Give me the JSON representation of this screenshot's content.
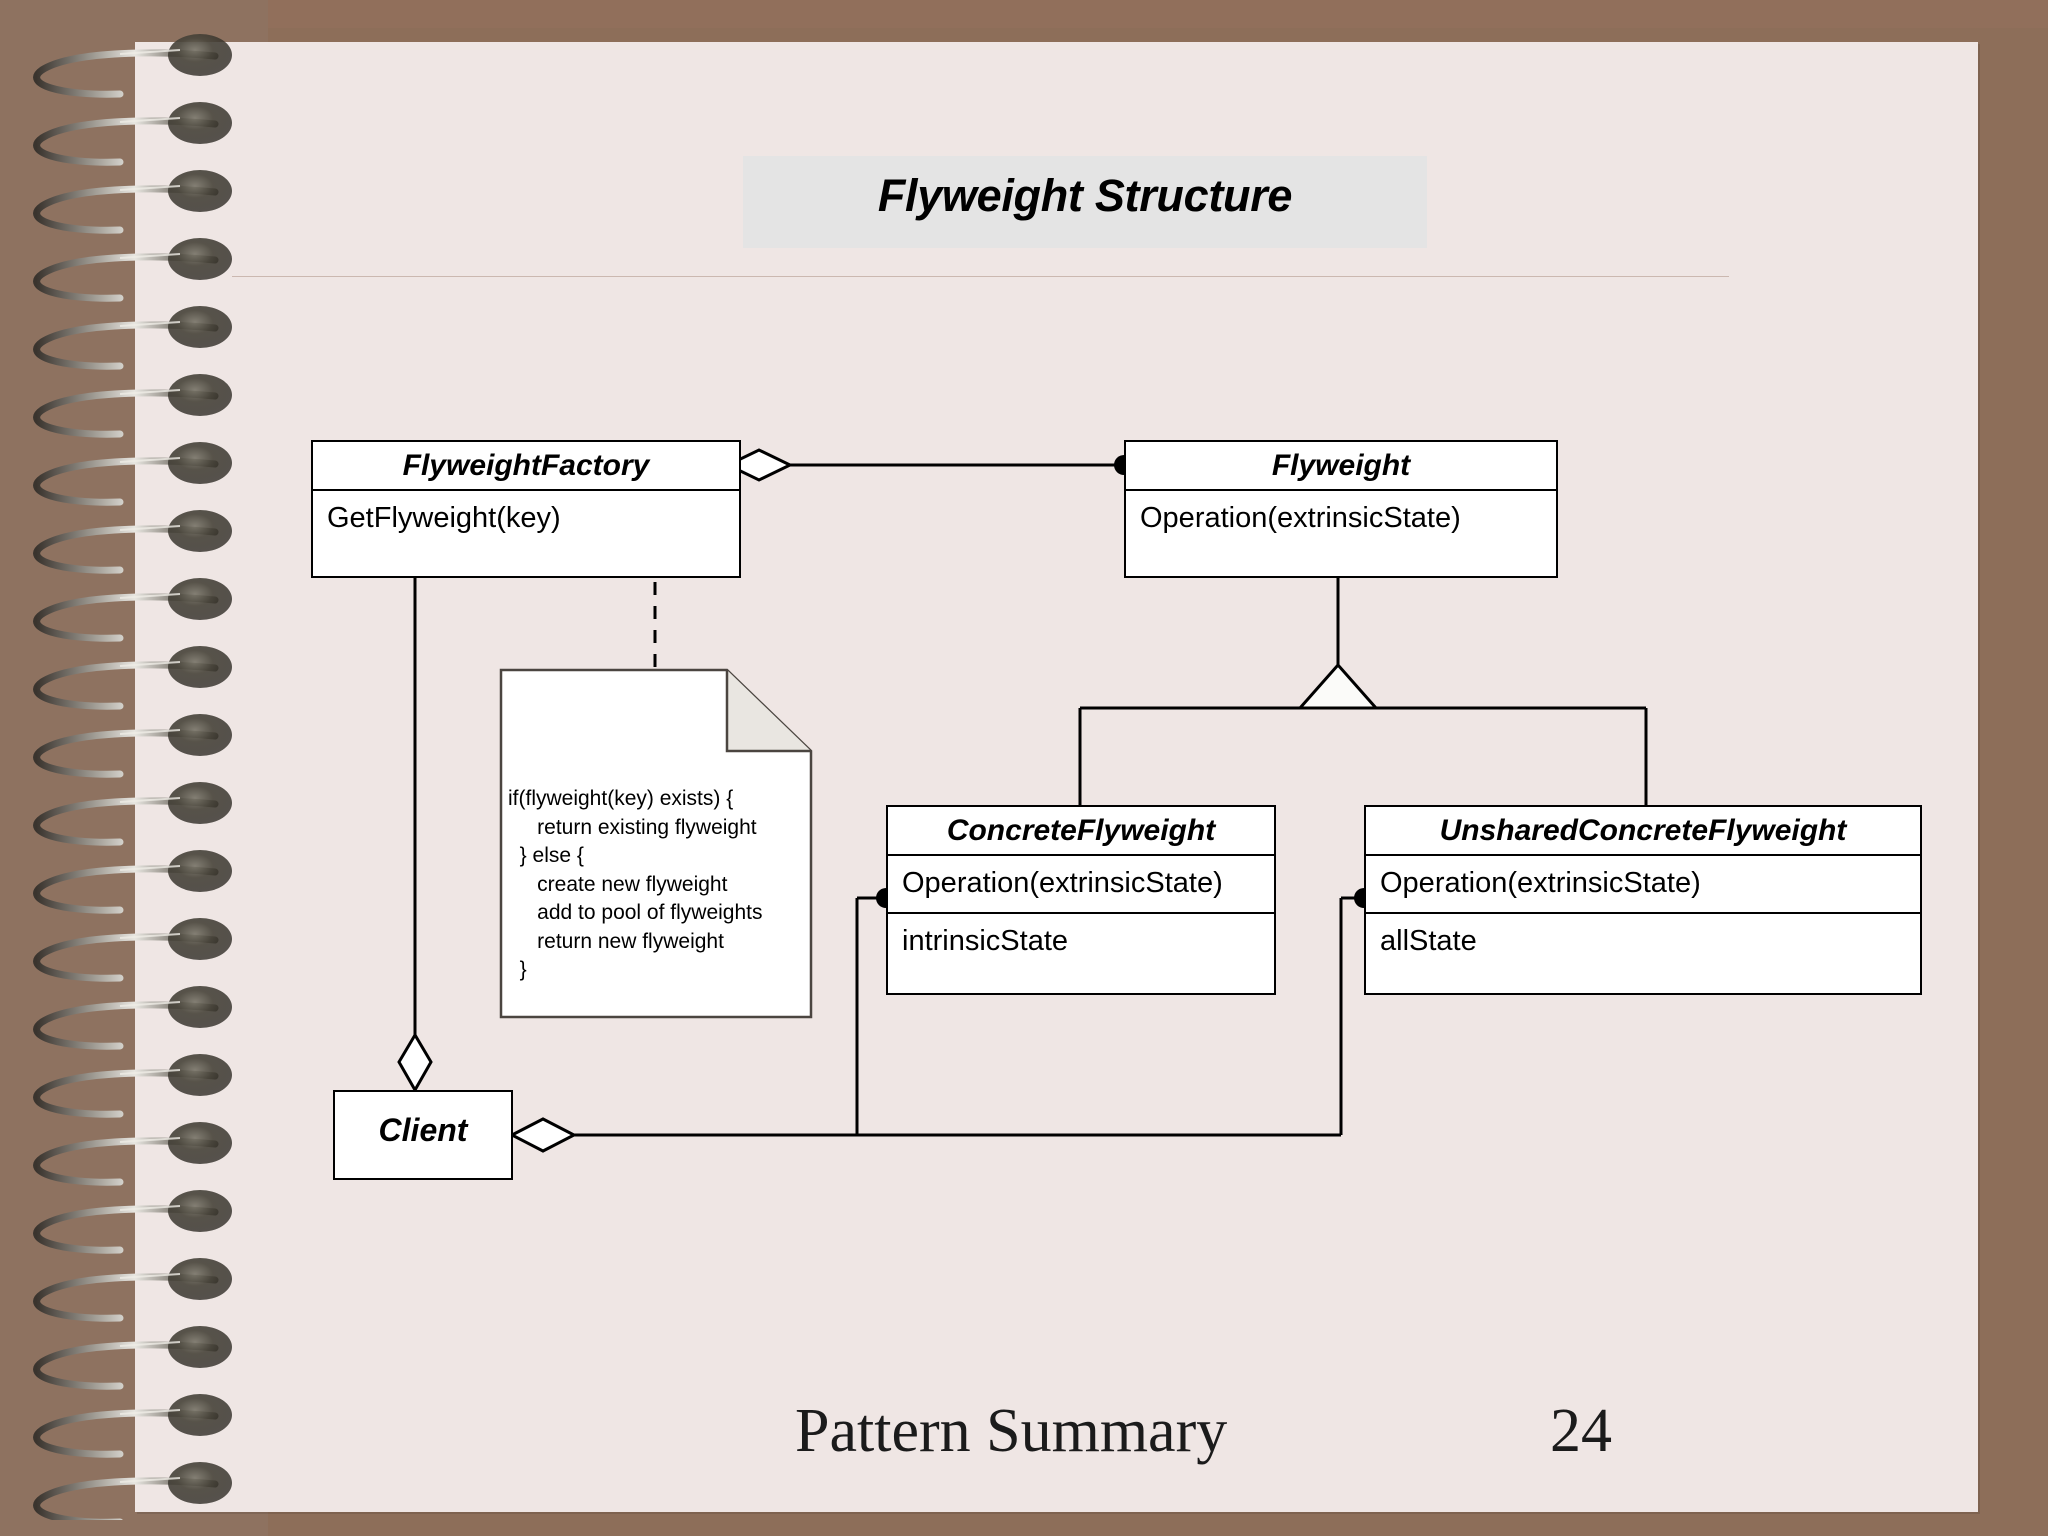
{
  "slide": {
    "title": "Flyweight Structure",
    "footer_title": "Pattern Summary",
    "page_number": "24"
  },
  "colors": {
    "backdrop_brown": "#8d6e59",
    "page_cream": "#efe6e4",
    "title_band_grey": "#e4e4e4",
    "line_black": "#000000",
    "box_white": "#ffffff",
    "rule_tan": "#cbb8b0"
  },
  "diagram": {
    "type": "uml-class-diagram",
    "classes": [
      {
        "id": "flyweight-factory",
        "name": "FlyweightFactory",
        "operations": [
          "GetFlyweight(key)"
        ],
        "attributes": []
      },
      {
        "id": "flyweight",
        "name": "Flyweight",
        "operations": [
          "Operation(extrinsicState)"
        ],
        "attributes": []
      },
      {
        "id": "concrete-flyweight",
        "name": "ConcreteFlyweight",
        "operations": [
          "Operation(extrinsicState)"
        ],
        "attributes": [
          "intrinsicState"
        ]
      },
      {
        "id": "unshared-concrete-flyweight",
        "name": "UnsharedConcreteFlyweight",
        "operations": [
          "Operation(extrinsicState)"
        ],
        "attributes": [
          "allState"
        ]
      },
      {
        "id": "client",
        "name": "Client",
        "operations": [],
        "attributes": []
      }
    ],
    "note": {
      "id": "getflyweight-note",
      "attached_to": "GetFlyweight(key)",
      "lines": [
        "if(flyweight(key) exists) {",
        "     return existing flyweight",
        "  } else {",
        "     create new flyweight",
        "     add to pool of flyweights",
        "     return new flyweight",
        "  }"
      ],
      "text": "if(flyweight(key) exists) {\n     return existing flyweight\n  } else {\n     create new flyweight\n     add to pool of flyweights\n     return new flyweight\n  }"
    },
    "relationships": [
      {
        "id": "factory-aggregates-flyweight",
        "from": "flyweight-factory",
        "to": "flyweight",
        "kind": "aggregation",
        "source_marker": "hollow-diamond",
        "target_marker": "filled-dot"
      },
      {
        "id": "flyweight-generalization",
        "from": "concrete-flyweight,unshared-concrete-flyweight",
        "to": "flyweight",
        "kind": "generalization",
        "target_marker": "hollow-triangle"
      },
      {
        "id": "client-aggregates-factory",
        "from": "client",
        "to": "flyweight-factory",
        "kind": "aggregation",
        "source_marker": "hollow-diamond"
      },
      {
        "id": "client-uses-concrete",
        "from": "client",
        "to": "concrete-flyweight",
        "kind": "aggregation",
        "source_marker": "hollow-diamond",
        "target_marker": "filled-dot"
      },
      {
        "id": "client-uses-unshared",
        "from": "client",
        "to": "unshared-concrete-flyweight",
        "kind": "aggregation",
        "source_marker": "hollow-diamond",
        "target_marker": "filled-dot"
      },
      {
        "id": "note-anchor",
        "from": "flyweight-factory",
        "to": "getflyweight-note",
        "kind": "note-link",
        "style": "dashed",
        "source_marker": "small-circle"
      }
    ]
  }
}
